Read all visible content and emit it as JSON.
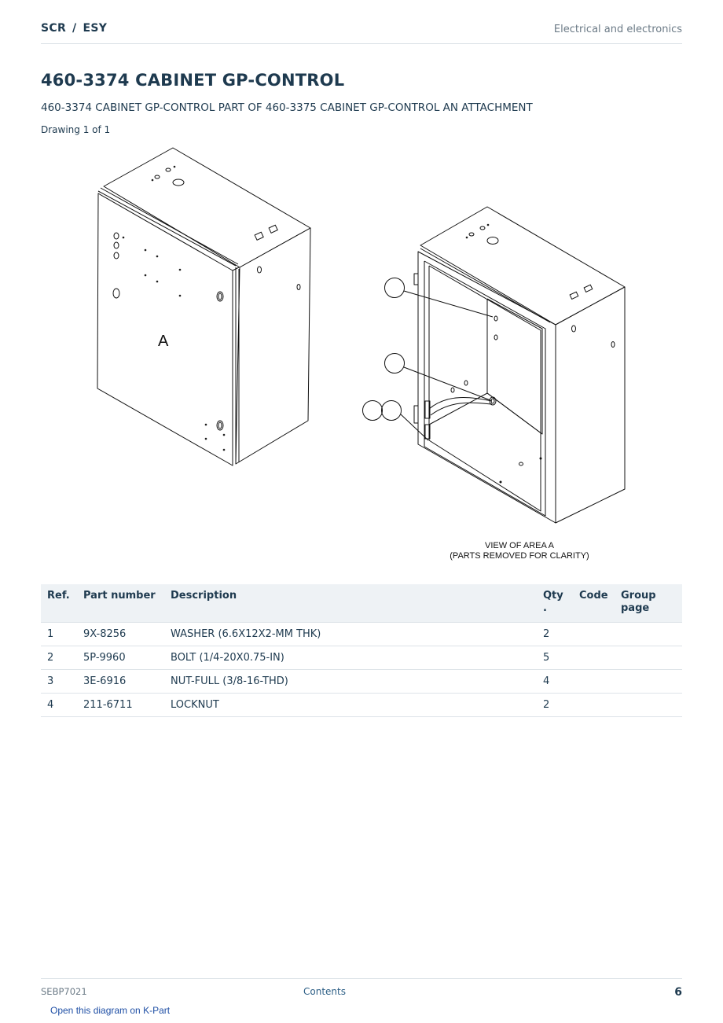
{
  "header": {
    "crumb_part1": "SCR",
    "crumb_separator": "/",
    "crumb_part2": "ESY",
    "section": "Electrical and electronics"
  },
  "title": "460-3374 CABINET GP-CONTROL",
  "subtitle": "460-3374 CABINET GP-CONTROL PART OF 460-3375 CABINET GP-CONTROL AN ATTACHMENT",
  "drawing_count": "Drawing 1 of 1",
  "figure": {
    "area_label": "A",
    "view_caption_line1": "VIEW OF AREA  A",
    "view_caption_line2": "(PARTS REMOVED FOR CLARITY)"
  },
  "table": {
    "headers": {
      "ref": "Ref.",
      "part_number": "Part number",
      "description": "Description",
      "qty": "Qty\n.",
      "code": "Code",
      "group_page": "Group page"
    },
    "rows": [
      {
        "ref": "1",
        "part_number": "9X-8256",
        "description": "WASHER (6.6X12X2-MM THK)",
        "qty": "2",
        "code": "",
        "group_page": ""
      },
      {
        "ref": "2",
        "part_number": "5P-9960",
        "description": "BOLT (1/4-20X0.75-IN)",
        "qty": "5",
        "code": "",
        "group_page": ""
      },
      {
        "ref": "3",
        "part_number": "3E-6916",
        "description": "NUT-FULL (3/8-16-THD)",
        "qty": "4",
        "code": "",
        "group_page": ""
      },
      {
        "ref": "4",
        "part_number": "211-6711",
        "description": "LOCKNUT",
        "qty": "2",
        "code": "",
        "group_page": ""
      }
    ]
  },
  "footer": {
    "doc_id": "SEBP7021",
    "contents_link": "Contents",
    "page_number": "6",
    "kpart_link": "Open this diagram on K-Part"
  }
}
